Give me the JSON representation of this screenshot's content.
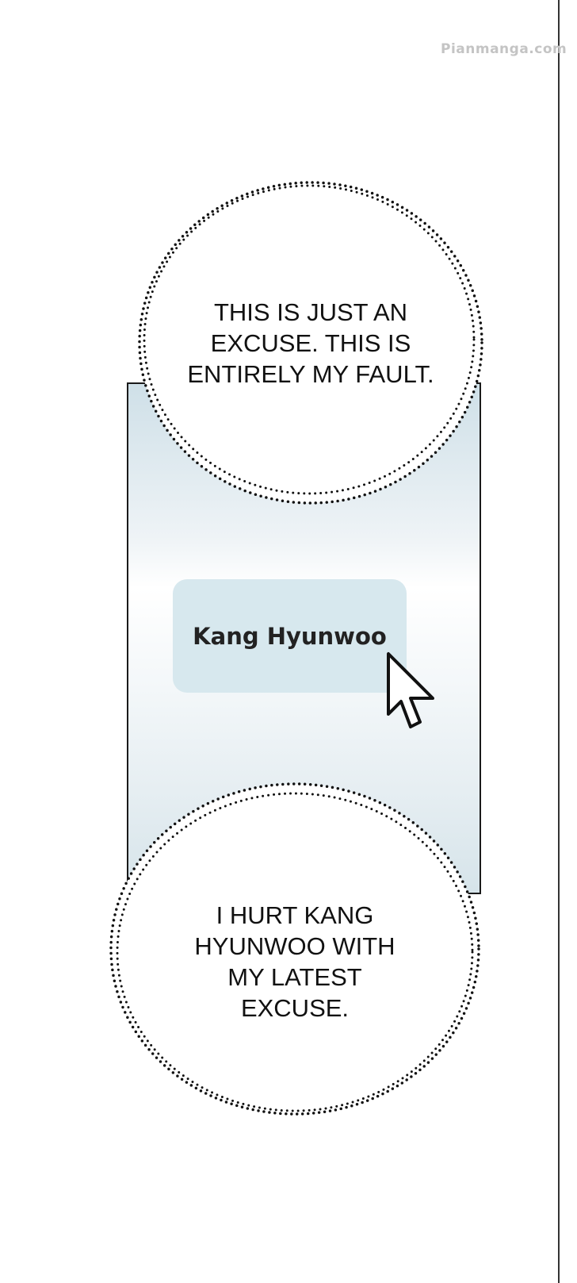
{
  "watermark": "Pianmanga.com",
  "bubble_top": {
    "text": "THIS IS JUST AN EXCUSE. THIS IS ENTIRELY MY FAULT."
  },
  "name_button": {
    "label": "Kang Hyunwoo"
  },
  "bubble_bottom": {
    "text": "I HURT KANG HYUNWOO WITH MY LATEST EXCUSE."
  },
  "colors": {
    "button_bg": "#d7e8ee",
    "panel_tint": "#cfe0e8"
  }
}
